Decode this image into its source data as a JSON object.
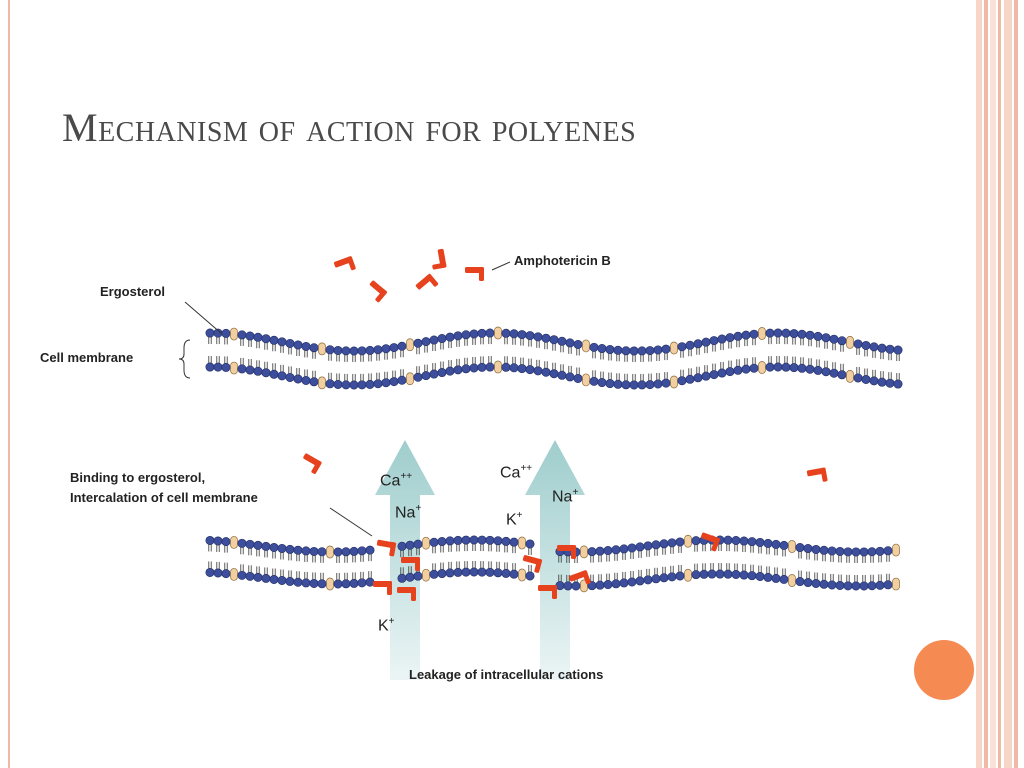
{
  "slide": {
    "title": "Mechanism of action for polyenes"
  },
  "diagram": {
    "labels": {
      "amphotericin": "Amphotericin B",
      "ergosterol": "Ergosterol",
      "cell_membrane": "Cell membrane",
      "binding_line1": "Binding to ergosterol,",
      "binding_line2": "Intercalation of cell membrane",
      "leakage": "Leakage of intracellular cations"
    },
    "ions_left": {
      "ca": "Ca",
      "ca_charge": "++",
      "na": "Na",
      "na_charge": "+",
      "k": "K",
      "k_charge": "+"
    },
    "ions_right": {
      "ca": "Ca",
      "ca_charge": "++",
      "na": "Na",
      "na_charge": "+",
      "k": "K",
      "k_charge": "+"
    }
  },
  "colors": {
    "title": "#4a4a4a",
    "lipid_head": "#3d4f9c",
    "ergosterol": "#f2cfa0",
    "amphotericin": "#e6421e",
    "arrow": "#a7cfcf",
    "accent_dot": "#f58a52",
    "stripe": "#f2b8a6"
  }
}
